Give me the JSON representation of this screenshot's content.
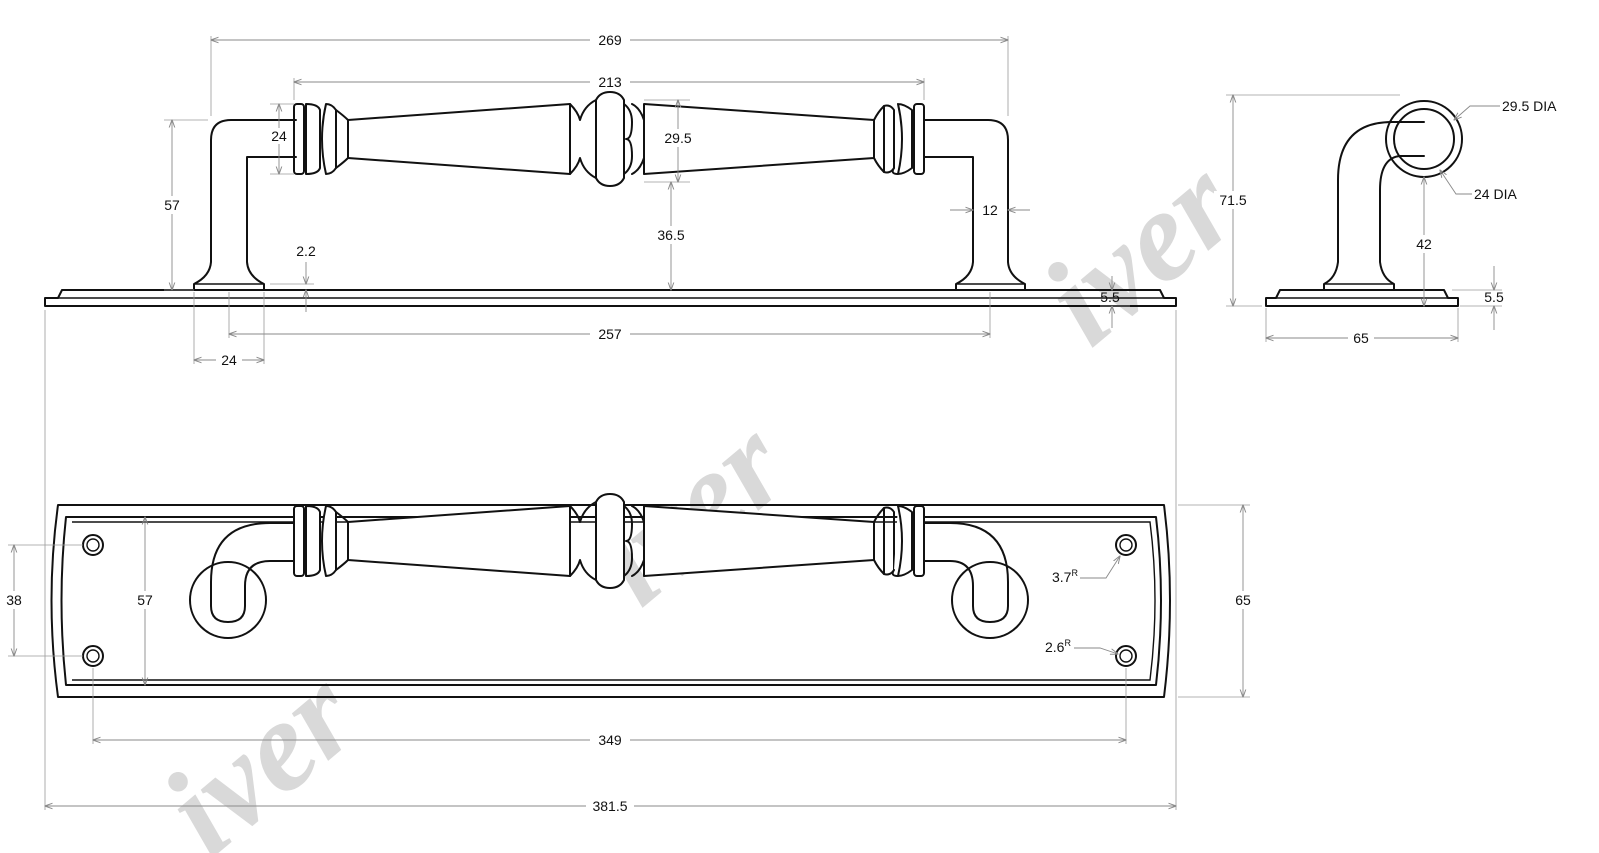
{
  "watermark": {
    "text": "iver",
    "color": "#d9d9d9"
  },
  "line_color": "#111111",
  "dimension_color": "#8a8a8a",
  "front_view": {
    "overall_bar_length": "269",
    "grip_length": "213",
    "collar_height": "24",
    "leg_height": "57",
    "center_dia": "29.5",
    "leg_width": "12",
    "clearance": "36.5",
    "base_offset": "2.2",
    "plate_thickness": "5.5",
    "foot_centers": "257",
    "foot_width": "24"
  },
  "side_view": {
    "outer_dia": "29.5 DIA",
    "inner_dia": "24 DIA",
    "total_height": "71.5",
    "leg_height": "42",
    "plate_thickness": "5.5",
    "plate_width": "65"
  },
  "plan_view": {
    "hole_spacing": "38",
    "inner_height": "57",
    "plate_height": "65",
    "hole_radius_outer": "3.7",
    "hole_radius_inner": "2.6",
    "radius_mark": "R",
    "hole_centers": "349",
    "overall_length": "381.5"
  }
}
